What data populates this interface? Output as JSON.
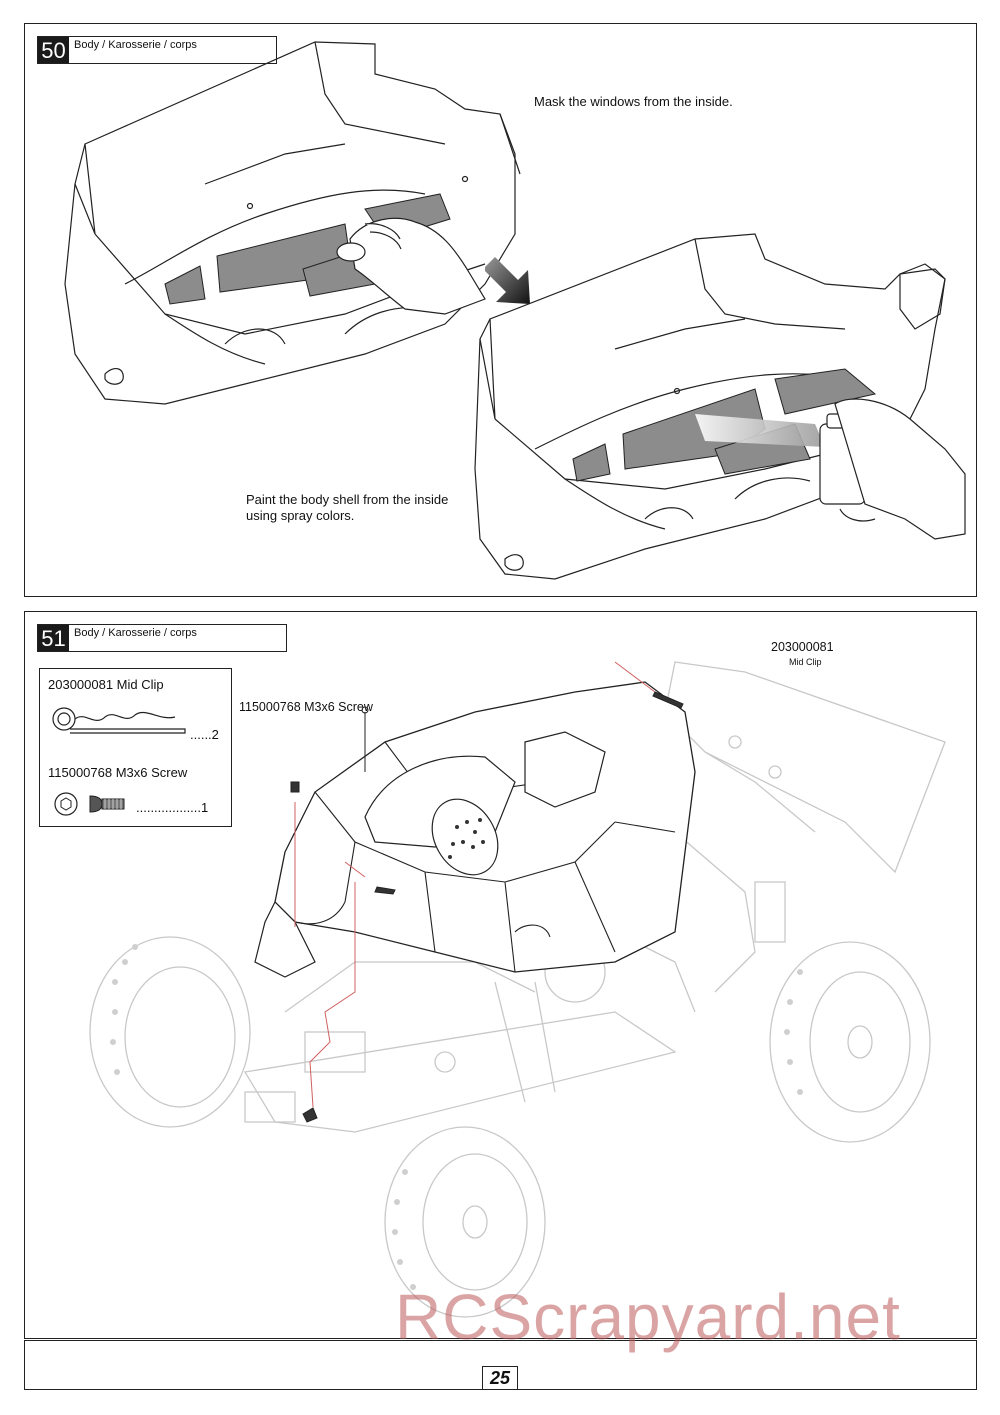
{
  "step50": {
    "number": "50",
    "title": "Body / Karosserie / corps",
    "note_mask": "Mask the windows from the inside.",
    "note_paint_line1": "Paint the body shell from the inside",
    "note_paint_line2": "using spray colors."
  },
  "step51": {
    "number": "51",
    "title": "Body / Karosserie / corps",
    "parts": [
      {
        "code_name": "203000081  Mid Clip",
        "qty": "......2",
        "icon": "body-clip-icon"
      },
      {
        "code_name": "115000768  M3x6 Screw",
        "qty": "..................1",
        "icon": "button-head-screw-icon"
      }
    ],
    "callout_screw": "115000768  M3x6 Screw",
    "callout_clip_code": "203000081",
    "callout_clip_name": "Mid Clip"
  },
  "footer": {
    "page_number": "25"
  },
  "watermark": "RCScrapyard.net",
  "colors": {
    "line": "#222222",
    "mask_fill": "#8c8c8c",
    "ghost": "#c8c8c8",
    "watermark": "#be5a5a"
  }
}
